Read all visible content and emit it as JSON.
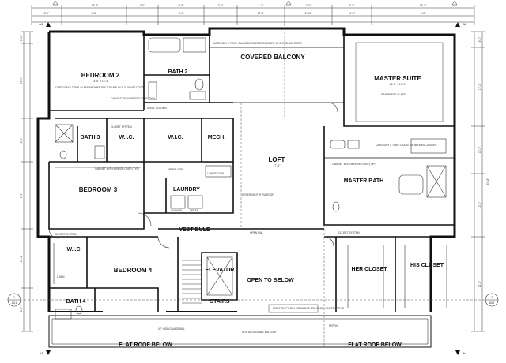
{
  "rooms": {
    "bedroom2": "BEDROOM 2",
    "bath2": "BATH 2",
    "covered_balcony": "COVERED BALCONY",
    "master_suite": "MASTER SUITE",
    "bath3": "BATH 3",
    "wic_1": "W.I.C.",
    "wic_2": "W.I.C.",
    "mech": "MECH.",
    "loft": "LOFT",
    "master_bath": "MASTER BATH",
    "bedroom3": "BEDROOM 3",
    "laundry": "LAUNDRY",
    "vestibule": "VESTIBULE",
    "wic_3": "W.I.C.",
    "bedroom4": "BEDROOM 4",
    "elevator": "ELEVATOR",
    "open_to_below": "OPEN TO BELOW",
    "her_closet": "HER CLOSET",
    "his_closet": "HIS CLOSET",
    "stairs": "STAIRS",
    "bath4": "BATH 4",
    "flat_roof_left": "FLAT ROOF BELOW",
    "flat_roof_right": "FLAT ROOF BELOW"
  },
  "annotations": {
    "steel_column": "STEEL COLUMN",
    "cat_glass_1": "CATEGORY II TEMP. GLASS SHOWER ENCLOSURE W/ 2'-0\" GLASS DOOR",
    "cat_glass_2": "CATEGORY II TEMP. GLASS SHOWER ENCLOSURE W/ 2'-0\" GLASS DOOR",
    "cat_glass_3": "CATEGORY II TEMP. GLASS SHOWER ENCLOSURE",
    "cabinet_mirror_1": "CABINET WITH MIRROR OVER (TYP.)",
    "cabinet_mirror_2": "CABINET WITH MIRROR OVER (TYP.)",
    "cabinet_mirror_3": "CABINET WITH MIRROR OVER (TYP.)",
    "closet_system_1": "CLOSET SYSTEM",
    "closet_system_2": "CLOSET SYSTEM",
    "closet_system_3": "CLOSET SYSTEM",
    "upper_cabs_1": "UPPER CABS.",
    "upper_cabs_2": "UPPER CABS.",
    "lower_cabs": "LOWER CABS.",
    "dryer": "DRYER",
    "washer": "WASHER",
    "open_rail": "OPEN RAIL",
    "fire_door": "DRYER VENT THRU ROOF",
    "frameless_glass": "FRAMELESS GLASS",
    "new_accessible": "NON ACCESSIBLE BALCONY",
    "guard_rail": "42\" HIGH GUARD RAIL",
    "slab_note": "SEE STRUCTURAL DRAWINGS FOR SLAB CONSTRUCTION",
    "linen": "LINEN",
    "refrig": "REFRIG."
  },
  "dimensions": {
    "top": [
      "18'-8\"",
      "3'-0\"",
      "9'-8\"",
      "2'-5\"",
      "1'-0\"",
      "7'-4\"",
      "3'-0\"",
      "19'-0\""
    ],
    "top_sub": [
      "8'-0\"",
      "4'-8\"",
      "3'-4\"",
      "10'-8\"",
      "2'-10\"",
      "11'-6\"",
      "4'-8\""
    ],
    "bedroom2_size": "14'-8\" x 13'-4\"",
    "master_size": "16'-0\" x 17'-0\"",
    "loft_size": "17'-4\"",
    "left_side": [
      "3'-10\"",
      "12'-0\"",
      "8'-6\"",
      "9'-4\"",
      "12'-4\"",
      "8'-0\""
    ],
    "right_side": [
      "4'-0\"",
      "17'-0\"",
      "10'-0\"",
      "12'-0\"",
      "11'-0\""
    ],
    "total_depth": "67'-8\""
  },
  "markers": {
    "a1": "A1",
    "a2": "A2",
    "a3": "A3",
    "a4": "A4",
    "grid_left": "1",
    "grid_right": "2",
    "sheet_left": "A3.1",
    "sheet_right": "A3.2"
  }
}
